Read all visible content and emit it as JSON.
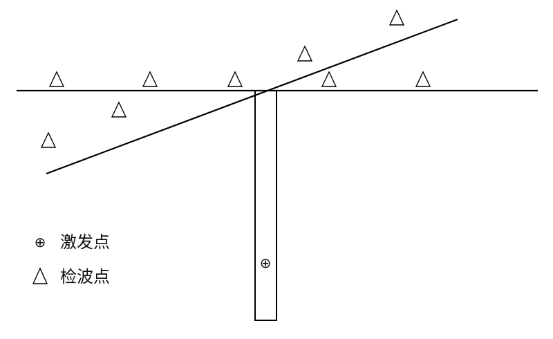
{
  "legend": {
    "source": {
      "symbol": "⊕",
      "label": "激发点"
    },
    "receiver": {
      "symbol": "△",
      "label": "检波点"
    }
  },
  "well_source_symbol": "⊕",
  "receivers_on_surface_line": 5,
  "receivers_off_line": 4,
  "colors": {
    "stroke": "#000000",
    "background": "#ffffff"
  }
}
